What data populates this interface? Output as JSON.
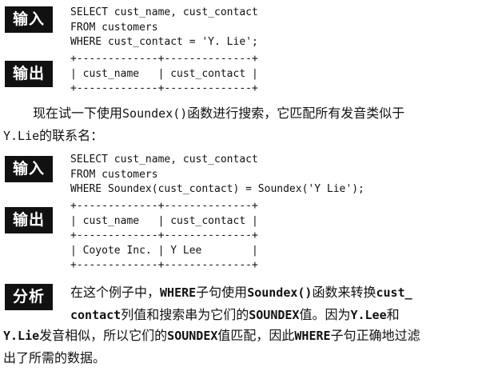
{
  "block1": {
    "input_tag": "输入",
    "input_code": "SELECT cust_name, cust_contact\nFROM customers\nWHERE cust_contact = 'Y. Lie';",
    "output_tag": "输出",
    "output_code": "+-------------+--------------+\n| cust_name   | cust_contact |\n+-------------+--------------+"
  },
  "paragraph": {
    "t1": "现在试一下使用",
    "c1": "Soundex()",
    "t2": "函数进行搜索，它匹配所有发音类似于",
    "c2": "Y.Lie",
    "t3": "的联系名："
  },
  "block2": {
    "input_tag": "输入",
    "input_code": "SELECT cust_name, cust_contact\nFROM customers\nWHERE Soundex(cust_contact) = Soundex('Y Lie');",
    "output_tag": "输出",
    "output_code": "+-------------+--------------+\n| cust_name   | cust_contact |\n+-------------+--------------+\n| Coyote Inc. | Y Lee        |\n+-------------+--------------+"
  },
  "analysis": {
    "tag": "分析",
    "p1": "在这个例子中，",
    "k1": "WHERE",
    "p2": "子句使用",
    "k2": "Soundex()",
    "p3": "函数来转换",
    "k3": "cust_",
    "k4": "contact",
    "p4": "列值和搜索串为它们的",
    "k5": "SOUNDEX",
    "p5": "值。因为",
    "k6": "Y.Lee",
    "p6": "和",
    "k7": "Y.Lie",
    "p7": "发音相似，所以它们的",
    "k8": "SOUNDEX",
    "p8": "值匹配，因此",
    "k9": "WHERE",
    "p9": "子句正确地过滤",
    "p10": "出了所需的数据。"
  }
}
